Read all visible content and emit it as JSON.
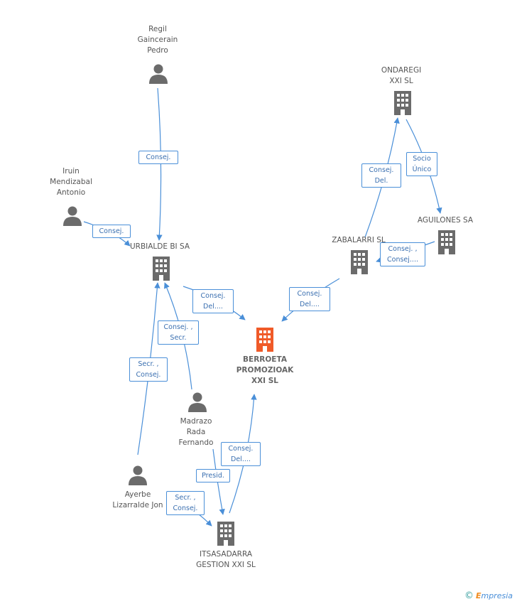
{
  "nodes": {
    "regil": {
      "label": "Regil\nGaincerain\nPedro",
      "type": "person"
    },
    "iruin": {
      "label": "Iruin\nMendizabal\nAntonio",
      "type": "person"
    },
    "urbialde": {
      "label": "URBIALDE BI SA",
      "type": "company"
    },
    "ondaregi": {
      "label": "ONDAREGI\nXXI SL",
      "type": "company"
    },
    "aguilones": {
      "label": "AGUILONES SA",
      "type": "company"
    },
    "zabalarri": {
      "label": "ZABALARRI SL",
      "type": "company"
    },
    "berroeta": {
      "label": "BERROETA\nPROMOZIOAK\nXXI SL",
      "type": "company-focus"
    },
    "madrazo": {
      "label": "Madrazo\nRada\nFernando",
      "type": "person"
    },
    "ayerbe": {
      "label": "Ayerbe\nLizarralde Jon",
      "type": "person"
    },
    "itsasadarra": {
      "label": "ITSASADARRA\nGESTION XXI SL",
      "type": "company"
    }
  },
  "edges": {
    "e1": "Consej.",
    "e2": "Consej.",
    "e3": "Consej.\nDel....",
    "e4": "Consej. ,\nSecr.",
    "e5": "Secr. ,\nConsej.",
    "e6": "Consej.\nDel.",
    "e7": "Socio\nÚnico",
    "e8": "Consej. ,\nConsej....",
    "e9": "Consej.\nDel....",
    "e10": "Consej.\nDel....",
    "e11": "Presid.",
    "e12": "Secr. ,\nConsej."
  },
  "colors": {
    "edge": "#4a8fd8",
    "icon": "#6b6b6b",
    "focus_icon": "#f05a28"
  },
  "footer": {
    "copyright": "©",
    "brand_e": "E",
    "brand_rest": "mpresia"
  }
}
